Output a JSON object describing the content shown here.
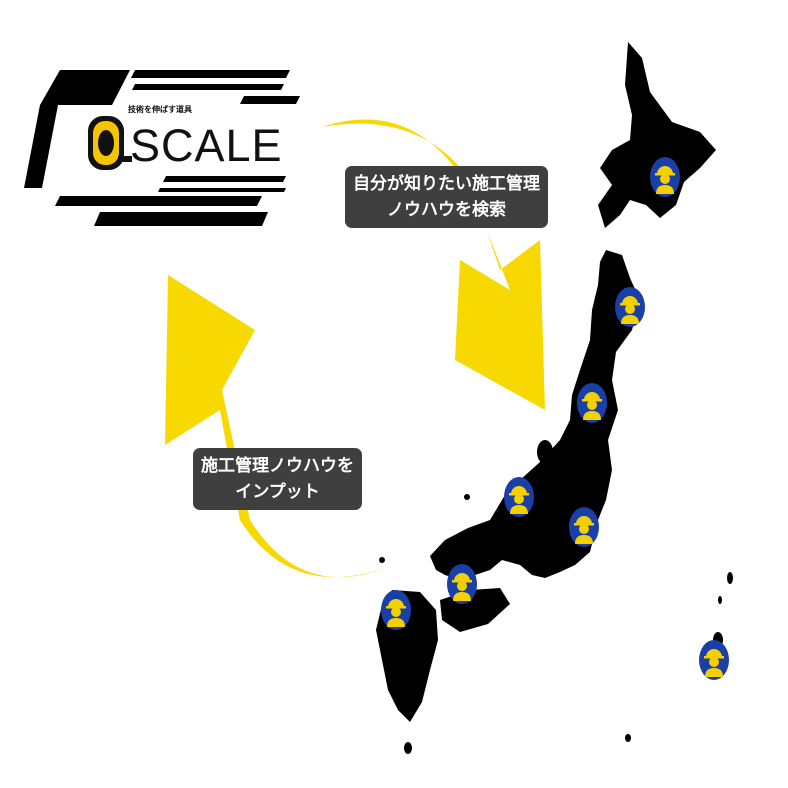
{
  "logo": {
    "tagline": "技術を伸ばす道具",
    "wordmark": "SCALE",
    "brand_color": "#f5c400"
  },
  "bubbles": {
    "search": {
      "line1": "自分が知りたい施工管理",
      "line2": "ノウハウを検索"
    },
    "input": {
      "line1": "施工管理ノウハウを",
      "line2": "インプット"
    }
  },
  "colors": {
    "arrow": "#f7d800",
    "map": "#000000",
    "marker_fill": "#1a3fa6",
    "worker": "#f5d000",
    "bubble_bg": "#3f3f3f"
  },
  "icons": [
    "worker-marker-icon"
  ]
}
